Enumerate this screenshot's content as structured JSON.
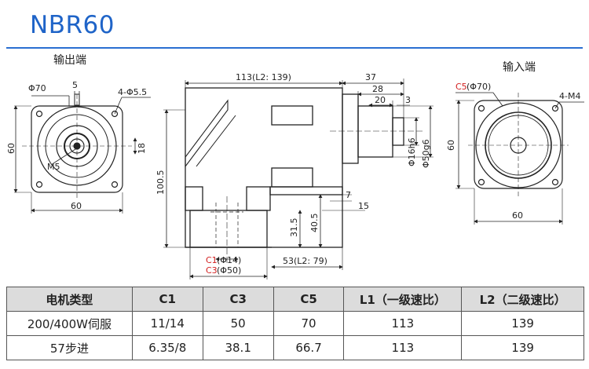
{
  "title": "NBR60",
  "views": {
    "output_label": "输出端",
    "input_label": "输入端"
  },
  "dims": {
    "phi70": "Φ70",
    "d5": "5",
    "holes_out": "4-Φ5.5",
    "d60_v": "60",
    "d60_h": "60",
    "d18": "18",
    "m5": "M5",
    "d113": "113(L2: 139)",
    "d37": "37",
    "d28": "28",
    "d20": "20",
    "d3": "3",
    "phi16": "Φ16h6",
    "phi50": "Φ50g6",
    "d100_5": "100.5",
    "d7": "7",
    "d15": "15",
    "d40_5": "40.5",
    "d31_5": "31.5",
    "d53": "53(L2: 79)",
    "c1_tag": "C1",
    "c1_val": "(Φ14)",
    "c3_tag": "C3",
    "c3_val": "(Φ50)",
    "c5_tag": "C5",
    "c5_val": "(Φ70)",
    "holes_in": "4-M4",
    "in60_v": "60",
    "in60_h": "60"
  },
  "accent": "#d21e1e",
  "title_color": "#1f64c8",
  "table": {
    "headers": [
      "电机类型",
      "C1",
      "C3",
      "C5",
      "L1（一级速比）",
      "L2（二级速比）"
    ],
    "rows": [
      [
        "200/400W伺服",
        "11/14",
        "50",
        "70",
        "113",
        "139"
      ],
      [
        "57步进",
        "6.35/8",
        "38.1",
        "66.7",
        "113",
        "139"
      ]
    ]
  }
}
